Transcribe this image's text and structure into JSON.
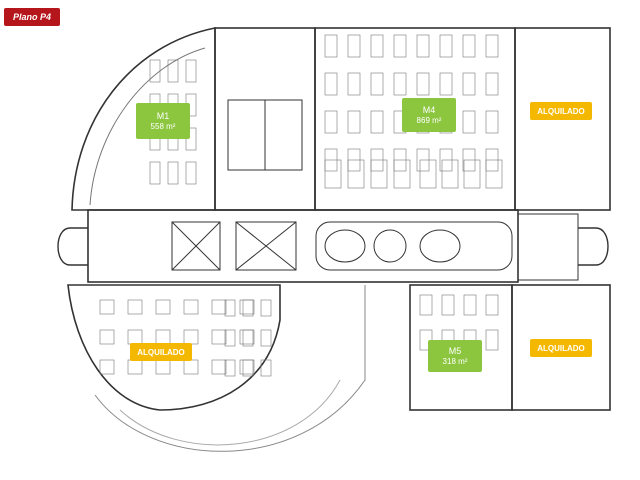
{
  "plan_tag": "Plano P4",
  "zones": {
    "m1": {
      "code": "M1",
      "area": "558 m²",
      "color": "#8cc63f"
    },
    "m4": {
      "code": "M4",
      "area": "869 m²",
      "color": "#8cc63f"
    },
    "m5": {
      "code": "M5",
      "area": "318 m²",
      "color": "#8cc63f"
    },
    "rented_top_right": {
      "text": "ALQUILADO",
      "color": "#f5b800"
    },
    "rented_bottom_left": {
      "text": "ALQUILADO",
      "color": "#f5b800"
    },
    "rented_bottom_right": {
      "text": "ALQUILADO",
      "color": "#f5b800"
    }
  },
  "colors": {
    "tag": "#b5161c",
    "walls": "#1a1a1a",
    "lines": "#555555"
  }
}
